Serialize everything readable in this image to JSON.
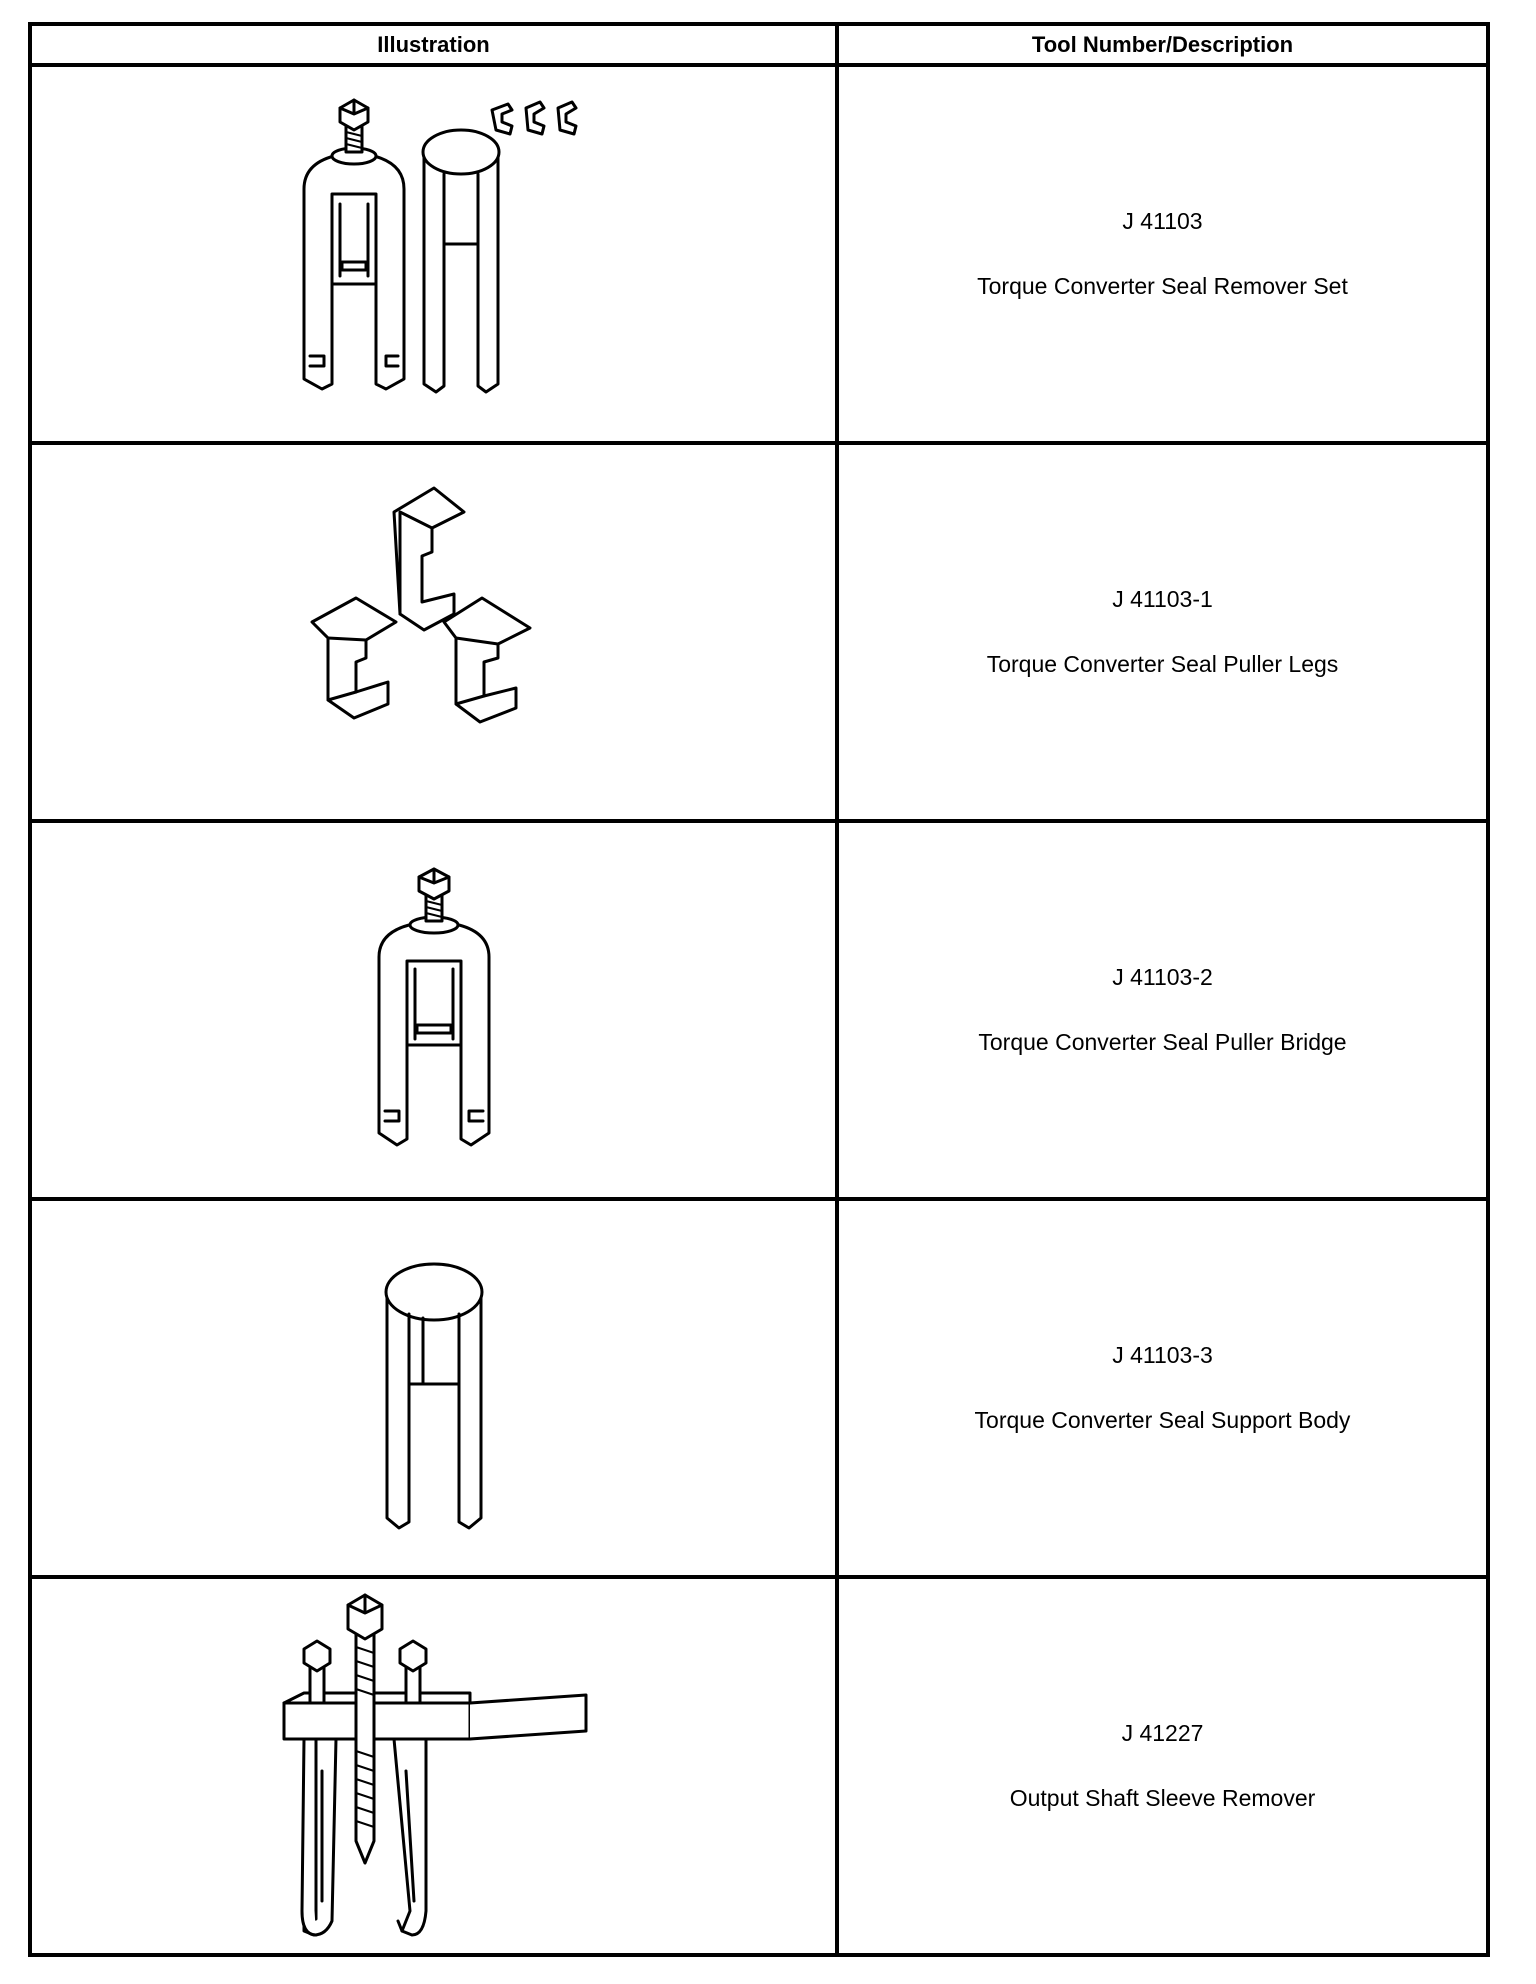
{
  "header": {
    "illustration": "Illustration",
    "tool": "Tool Number/Description"
  },
  "rows": [
    {
      "number": "J 41103",
      "description": "Torque Converter Seal Remover Set"
    },
    {
      "number": "J 41103-1",
      "description": "Torque Converter Seal Puller Legs"
    },
    {
      "number": "J 41103-2",
      "description": "Torque Converter Seal Puller Bridge"
    },
    {
      "number": "J 41103-3",
      "description": "Torque Converter Seal Support Body"
    },
    {
      "number": "J 41227",
      "description": "Output Shaft Sleeve Remover"
    }
  ]
}
